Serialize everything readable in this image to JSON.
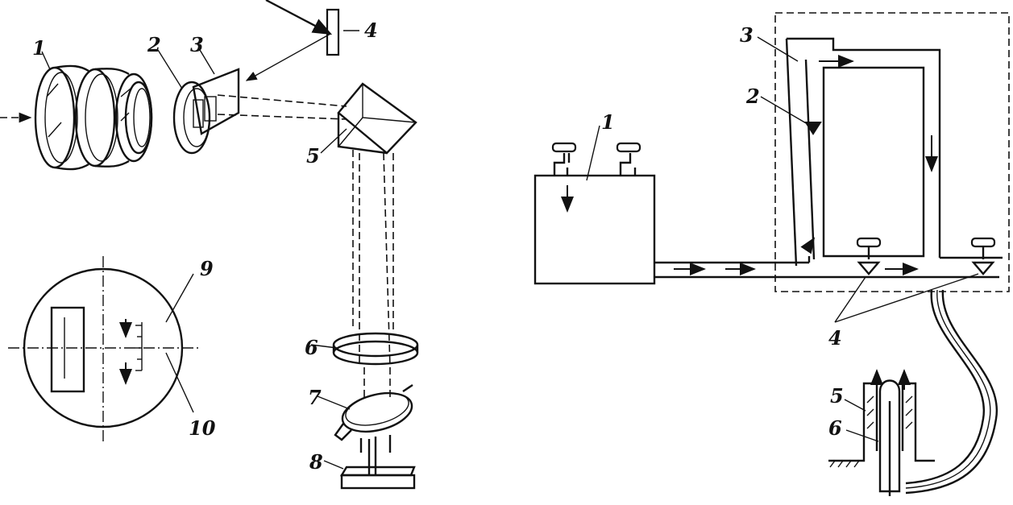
{
  "left_diagram": {
    "labels": {
      "l1": "1",
      "l2": "2",
      "l3": "3",
      "l4": "4",
      "l5": "5",
      "l6": "6",
      "l7": "7",
      "l8": "8",
      "l9": "9",
      "l10": "10"
    }
  },
  "right_diagram": {
    "labels": {
      "r1": "1",
      "r2": "2",
      "r3": "3",
      "r4": "4",
      "r5": "5",
      "r6": "6"
    }
  }
}
